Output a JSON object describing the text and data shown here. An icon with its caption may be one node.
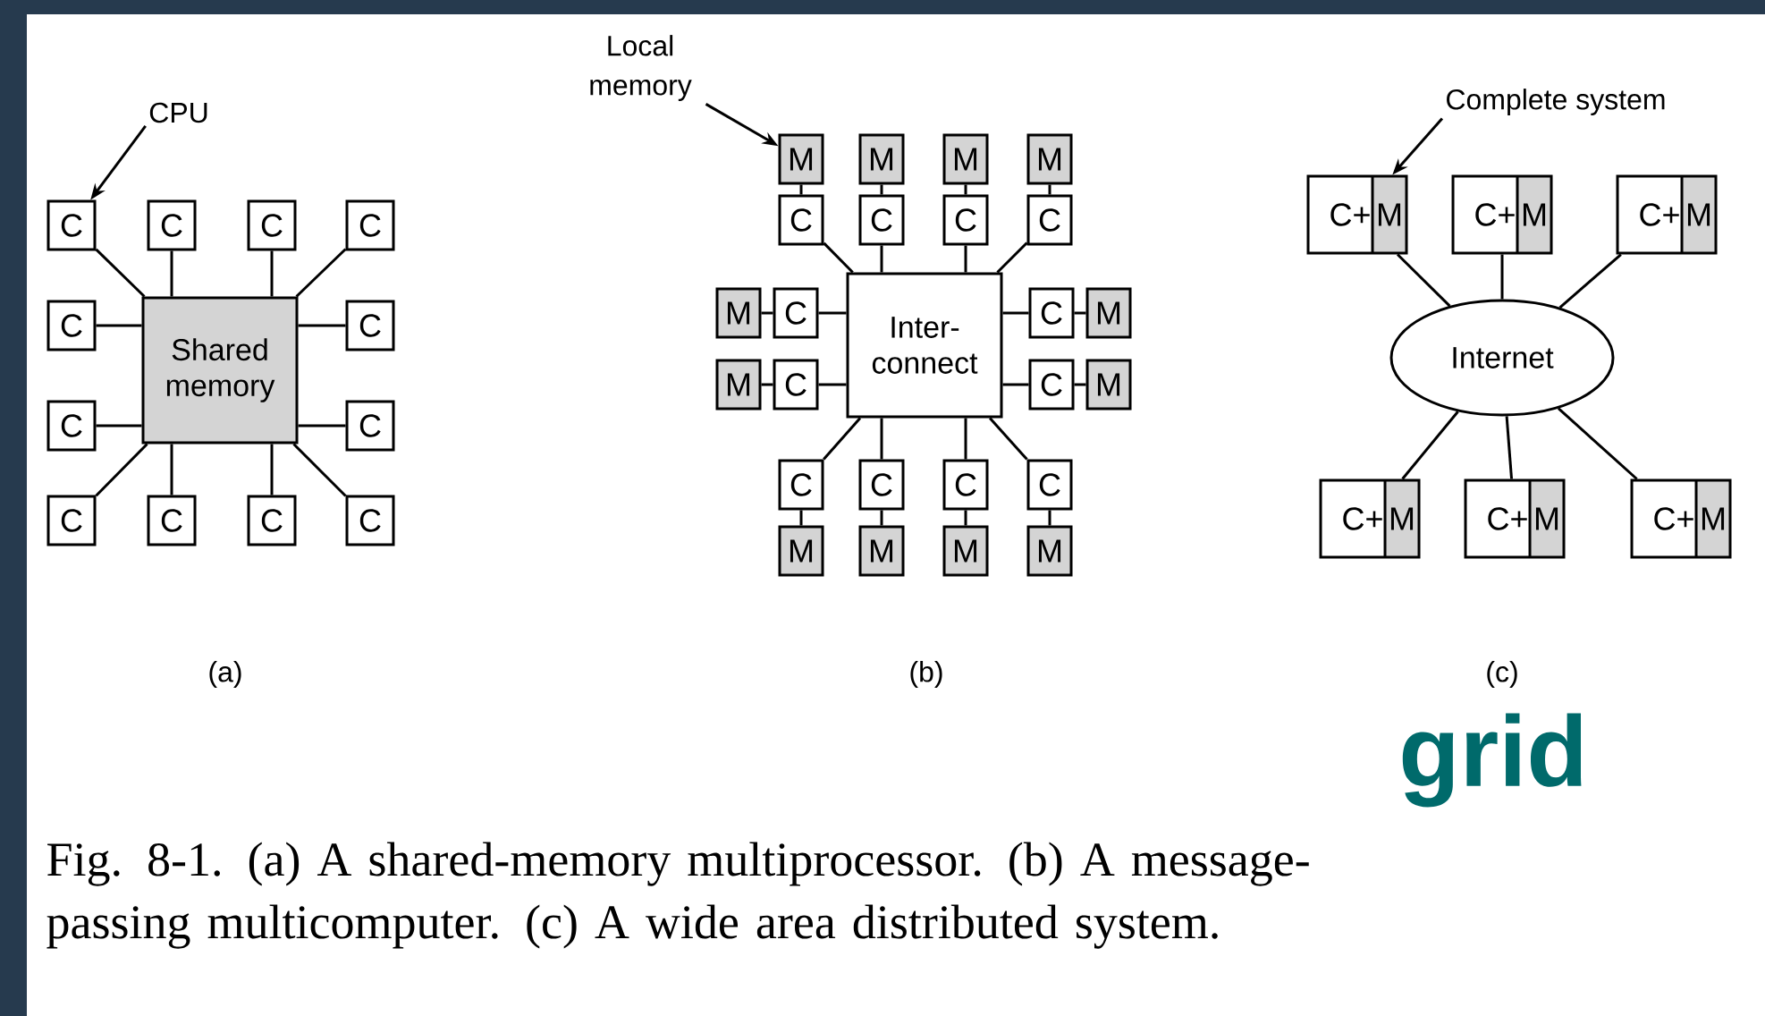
{
  "diagram": {
    "caption": "Fig. 8-1. (a) A shared-memory multiprocessor.  (b) A message-passing multicomputer.  (c) A wide area distributed system.",
    "nodes": [
      {
        "text": [
          "Shared memory"
        ]
      },
      {
        "text": [
          "C"
        ]
      },
      {
        "text": [
          "C"
        ]
      },
      {
        "text": [
          "C"
        ]
      },
      {
        "text": [
          "C"
        ]
      },
      {
        "text": [
          "C"
        ]
      },
      {
        "text": [
          "C"
        ]
      },
      {
        "text": [
          "C"
        ]
      },
      {
        "text": [
          "C"
        ]
      },
      {
        "text": [
          "C"
        ]
      },
      {
        "text": [
          "C"
        ]
      },
      {
        "text": [
          "C"
        ]
      },
      {
        "text": [
          "C"
        ]
      },
      {
        "text": [
          "CPU"
        ]
      },
      {
        "text": [
          "Inter- connect"
        ]
      },
      {
        "text": [
          "M"
        ]
      },
      {
        "text": [
          "M"
        ]
      },
      {
        "text": [
          "M"
        ]
      },
      {
        "text": [
          "M"
        ]
      },
      {
        "text": [
          "C"
        ]
      },
      {
        "text": [
          "C"
        ]
      },
      {
        "text": [
          "C"
        ]
      },
      {
        "text": [
          "C"
        ]
      },
      {
        "text": [
          "M"
        ]
      },
      {
        "text": [
          "C"
        ]
      },
      {
        "text": [
          "C"
        ]
      },
      {
        "text": [
          "M"
        ]
      },
      {
        "text": [
          "M"
        ]
      },
      {
        "text": [
          "C"
        ]
      },
      {
        "text": [
          "C"
        ]
      },
      {
        "text": [
          "M"
        ]
      },
      {
        "text": [
          "C"
        ]
      },
      {
        "text": [
          "C"
        ]
      },
      {
        "text": [
          "C"
        ]
      },
      {
        "text": [
          "C"
        ]
      },
      {
        "text": [
          "M"
        ]
      },
      {
        "text": [
          "M"
        ]
      },
      {
        "text": [
          "M"
        ]
      },
      {
        "text": [
          "M"
        ]
      },
      {
        "text": [
          "Local memory"
        ]
      },
      {
        "text": [
          "Internet"
        ]
      },
      {
        "text": [
          "C+",
          "M"
        ]
      },
      {
        "text": [
          "C+",
          "M"
        ]
      },
      {
        "text": [
          "C+",
          "M"
        ]
      },
      {
        "text": [
          "C+",
          "M"
        ]
      },
      {
        "text": [
          "C+",
          "M"
        ]
      },
      {
        "text": [
          "C+",
          "M"
        ]
      },
      {
        "text": [
          "Complete system"
        ]
      }
    ],
    "edges": [
      {
        "from": 1,
        "to": 0,
        "arrow": "none"
      },
      {
        "from": 2,
        "to": 0,
        "arrow": "none"
      },
      {
        "from": 3,
        "to": 0,
        "arrow": "none"
      },
      {
        "from": 4,
        "to": 0,
        "arrow": "none"
      },
      {
        "from": 5,
        "to": 0,
        "arrow": "none"
      },
      {
        "from": 6,
        "to": 0,
        "arrow": "none"
      },
      {
        "from": 7,
        "to": 0,
        "arrow": "none"
      },
      {
        "from": 8,
        "to": 0,
        "arrow": "none"
      },
      {
        "from": 9,
        "to": 0,
        "arrow": "none"
      },
      {
        "from": 10,
        "to": 0,
        "arrow": "none"
      },
      {
        "from": 11,
        "to": 0,
        "arrow": "none"
      },
      {
        "from": 12,
        "to": 0,
        "arrow": "none"
      },
      {
        "from": 13,
        "to": 1,
        "arrow": "to"
      },
      {
        "from": 19,
        "to": 14,
        "arrow": "none"
      },
      {
        "from": 20,
        "to": 14,
        "arrow": "none"
      },
      {
        "from": 21,
        "to": 14,
        "arrow": "none"
      },
      {
        "from": 22,
        "to": 14,
        "arrow": "none"
      },
      {
        "from": 24,
        "to": 14,
        "arrow": "none"
      },
      {
        "from": 25,
        "to": 14,
        "arrow": "none"
      },
      {
        "from": 28,
        "to": 14,
        "arrow": "none"
      },
      {
        "from": 29,
        "to": 14,
        "arrow": "none"
      },
      {
        "from": 31,
        "to": 14,
        "arrow": "none"
      },
      {
        "from": 32,
        "to": 14,
        "arrow": "none"
      },
      {
        "from": 33,
        "to": 14,
        "arrow": "none"
      },
      {
        "from": 34,
        "to": 14,
        "arrow": "none"
      },
      {
        "from": 15,
        "to": 19,
        "arrow": "none"
      },
      {
        "from": 16,
        "to": 20,
        "arrow": "none"
      },
      {
        "from": 17,
        "to": 21,
        "arrow": "none"
      },
      {
        "from": 18,
        "to": 22,
        "arrow": "none"
      },
      {
        "from": 23,
        "to": 24,
        "arrow": "none"
      },
      {
        "from": 26,
        "to": 25,
        "arrow": "none"
      },
      {
        "from": 27,
        "to": 28,
        "arrow": "none"
      },
      {
        "from": 30,
        "to": 29,
        "arrow": "none"
      },
      {
        "from": 35,
        "to": 31,
        "arrow": "none"
      },
      {
        "from": 36,
        "to": 32,
        "arrow": "none"
      },
      {
        "from": 37,
        "to": 33,
        "arrow": "none"
      },
      {
        "from": 38,
        "to": 34,
        "arrow": "none"
      },
      {
        "from": 39,
        "to": 15,
        "arrow": "to"
      },
      {
        "from": 41,
        "to": 40,
        "arrow": "none"
      },
      {
        "from": 42,
        "to": 40,
        "arrow": "none"
      },
      {
        "from": 43,
        "to": 40,
        "arrow": "none"
      },
      {
        "from": 44,
        "to": 40,
        "arrow": "none"
      },
      {
        "from": 45,
        "to": 40,
        "arrow": "none"
      },
      {
        "from": 46,
        "to": 40,
        "arrow": "none"
      },
      {
        "from": 47,
        "to": 41,
        "arrow": "to"
      }
    ],
    "labels": [
      "(a)",
      "(b)",
      "(c)",
      "grid"
    ]
  }
}
